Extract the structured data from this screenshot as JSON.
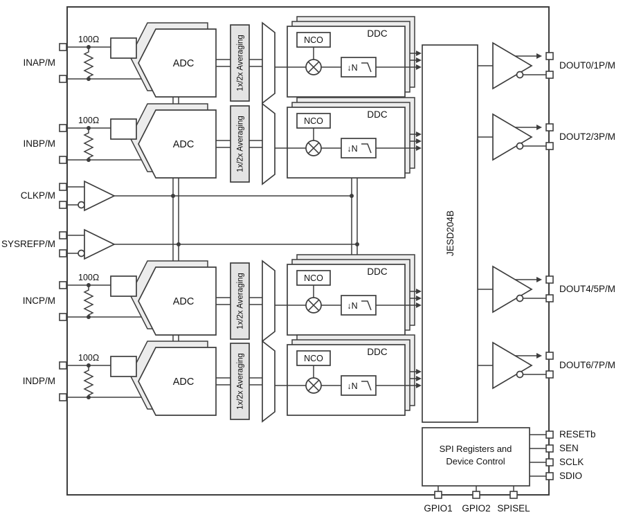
{
  "colors": {
    "line": "#3d3d3d",
    "text": "#111111",
    "block_fill": "#ffffff",
    "shade_fill": "#ececec",
    "averaging_fill": "#e4e4e4"
  },
  "channels": [
    {
      "input_label": "INAP/M",
      "res_label": "100Ω",
      "adc_label": "ADC",
      "avg_label": "1x/2x Averaging",
      "nco_label": "NCO",
      "ddc_label": "DDC",
      "dec_label": "↓N"
    },
    {
      "input_label": "INBP/M",
      "res_label": "100Ω",
      "adc_label": "ADC",
      "avg_label": "1x/2x Averaging",
      "nco_label": "NCO",
      "ddc_label": "DDC",
      "dec_label": "↓N"
    },
    {
      "input_label": "INCP/M",
      "res_label": "100Ω",
      "adc_label": "ADC",
      "avg_label": "1x/2x Averaging",
      "nco_label": "NCO",
      "ddc_label": "DDC",
      "dec_label": "↓N"
    },
    {
      "input_label": "INDP/M",
      "res_label": "100Ω",
      "adc_label": "ADC",
      "avg_label": "1x/2x Averaging",
      "nco_label": "NCO",
      "ddc_label": "DDC",
      "dec_label": "↓N"
    }
  ],
  "clock": {
    "label": "CLKP/M"
  },
  "sysref": {
    "label": "SYSREFP/M"
  },
  "jesd": {
    "label": "JESD204B"
  },
  "outputs": [
    {
      "label": "DOUT0/1P/M"
    },
    {
      "label": "DOUT2/3P/M"
    },
    {
      "label": "DOUT4/5P/M"
    },
    {
      "label": "DOUT6/7P/M"
    }
  ],
  "spi": {
    "line1": "SPI Registers and",
    "line2": "Device Control"
  },
  "spi_pins": [
    {
      "label": "RESETb"
    },
    {
      "label": "SEN"
    },
    {
      "label": "SCLK"
    },
    {
      "label": "SDIO"
    }
  ],
  "bottom_pins": [
    {
      "label": "GPIO1"
    },
    {
      "label": "GPIO2"
    },
    {
      "label": "SPISEL"
    }
  ]
}
